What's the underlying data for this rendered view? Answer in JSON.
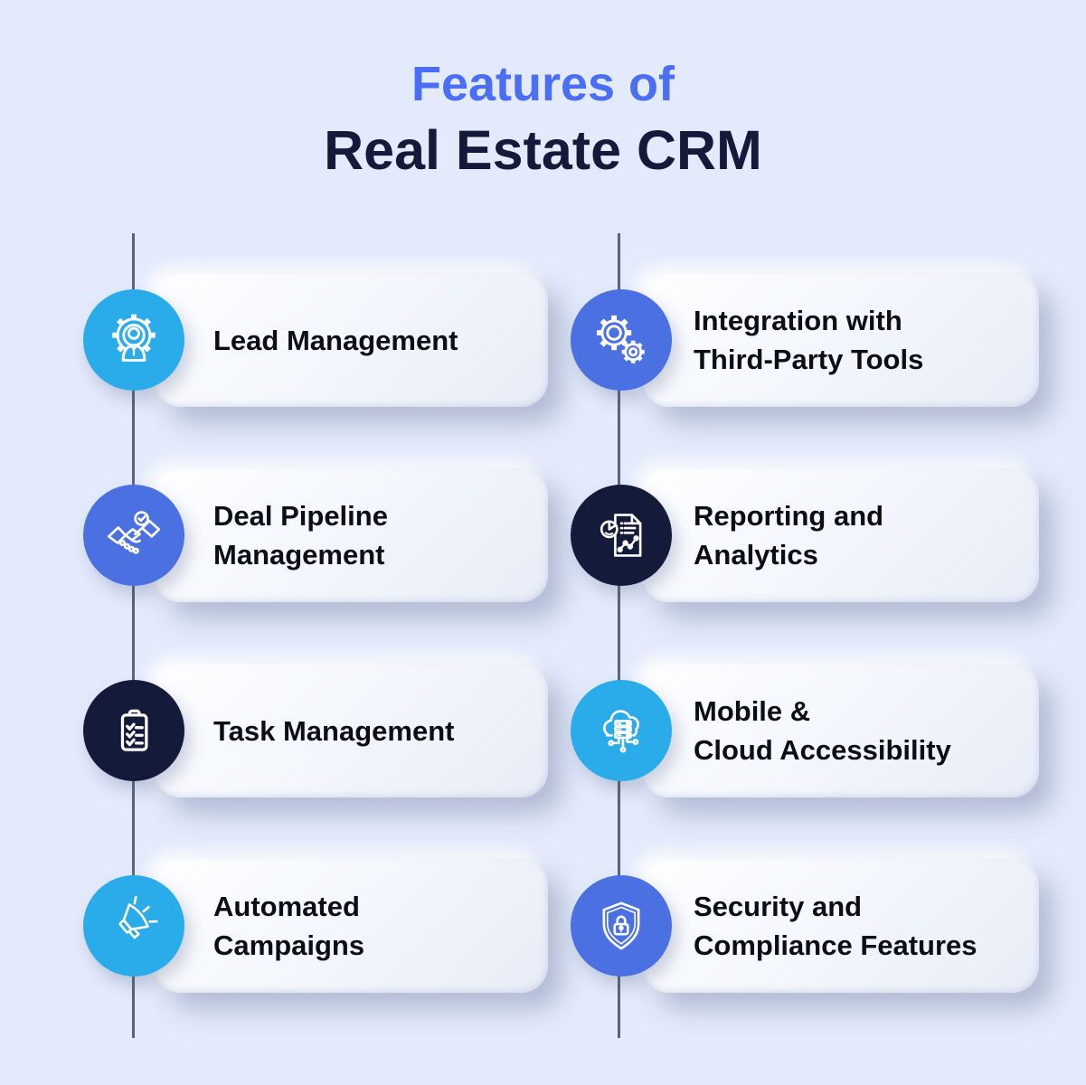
{
  "title": {
    "line1": "Features of",
    "line2": "Real Estate CRM"
  },
  "colors": {
    "background": "#e3eafb",
    "accent_cyan": "#29ace9",
    "accent_blue": "#4a70e2",
    "accent_navy": "#141b3a",
    "title_blue": "#4a6ef6",
    "title_navy": "#131a3a",
    "connector_line": "#5b6273",
    "card_text": "#0b0e17",
    "card_surface": "#f4f7fc"
  },
  "features": [
    {
      "label": "Lead Management",
      "lines": [
        "Lead Management"
      ],
      "icon": "person-gear-icon",
      "circle_color": "#29ace9",
      "column": "left",
      "row": 1
    },
    {
      "label": "Integration with Third-Party Tools",
      "lines": [
        "Integration with",
        "Third-Party Tools"
      ],
      "icon": "gears-icon",
      "circle_color": "#4a70e2",
      "column": "right",
      "row": 1
    },
    {
      "label": "Deal Pipeline Management",
      "lines": [
        "Deal Pipeline",
        "Management"
      ],
      "icon": "handshake-check-icon",
      "circle_color": "#4a70e2",
      "column": "left",
      "row": 2
    },
    {
      "label": "Reporting and Analytics",
      "lines": [
        "Reporting and",
        "Analytics"
      ],
      "icon": "report-analytics-icon",
      "circle_color": "#141b3a",
      "column": "right",
      "row": 2
    },
    {
      "label": "Task Management",
      "lines": [
        "Task Management"
      ],
      "icon": "clipboard-checklist-icon",
      "circle_color": "#141b3a",
      "column": "left",
      "row": 3
    },
    {
      "label": "Mobile & Cloud Accessibility",
      "lines": [
        "Mobile &",
        "Cloud Accessibility"
      ],
      "icon": "cloud-server-icon",
      "circle_color": "#29ace9",
      "column": "right",
      "row": 3
    },
    {
      "label": "Automated Campaigns",
      "lines": [
        "Automated",
        "Campaigns"
      ],
      "icon": "megaphone-icon",
      "circle_color": "#29ace9",
      "column": "left",
      "row": 4
    },
    {
      "label": "Security and Compliance Features",
      "lines": [
        "Security and",
        "Compliance Features"
      ],
      "icon": "shield-lock-icon",
      "circle_color": "#4a70e2",
      "column": "right",
      "row": 4
    }
  ]
}
